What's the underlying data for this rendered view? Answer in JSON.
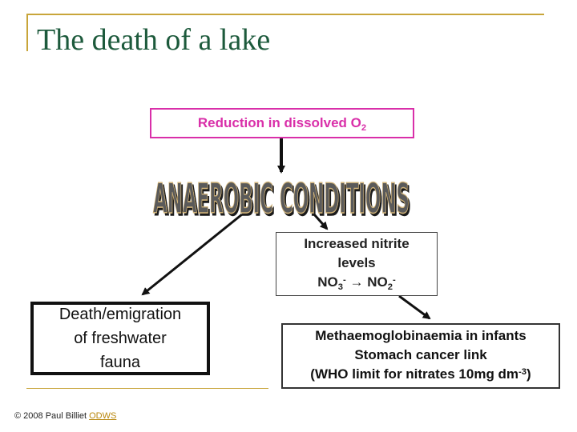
{
  "slide": {
    "title": "The death of a lake"
  },
  "diagram": {
    "o2_box": {
      "text": "Reduction in dissolved O",
      "sub": "2"
    },
    "wordart": {
      "text": "ANAEROBIC CONDITIONS"
    },
    "nitrite_box": {
      "line1": "Increased nitrite",
      "line2": "levels",
      "eq_no3": "NO",
      "eq_no3_sub": "3",
      "eq_no3_sup": "-",
      "arrow": "→",
      "eq_no2": "NO",
      "eq_no2_sub": "2",
      "eq_no2_sup": "-"
    },
    "death_box": {
      "line1": "Death/emigration",
      "line2": "of freshwater",
      "line3": "fauna"
    },
    "methaem_box": {
      "line1": "Methaemoglobinaemia in infants",
      "line2": "Stomach cancer link",
      "line3_pre": "(WHO limit for nitrates 10mg dm",
      "line3_sup": "-3",
      "line3_post": ")"
    },
    "colors": {
      "accent_line": "#c8a53a",
      "title": "#1d5a3c",
      "o2_box": "#d92fa9",
      "wordart_face": "#5a5a5a",
      "wordart_outline": "#d2b47a"
    }
  },
  "footer": {
    "copyright": "© 2008 Paul Billiet ",
    "link": "ODWS"
  }
}
